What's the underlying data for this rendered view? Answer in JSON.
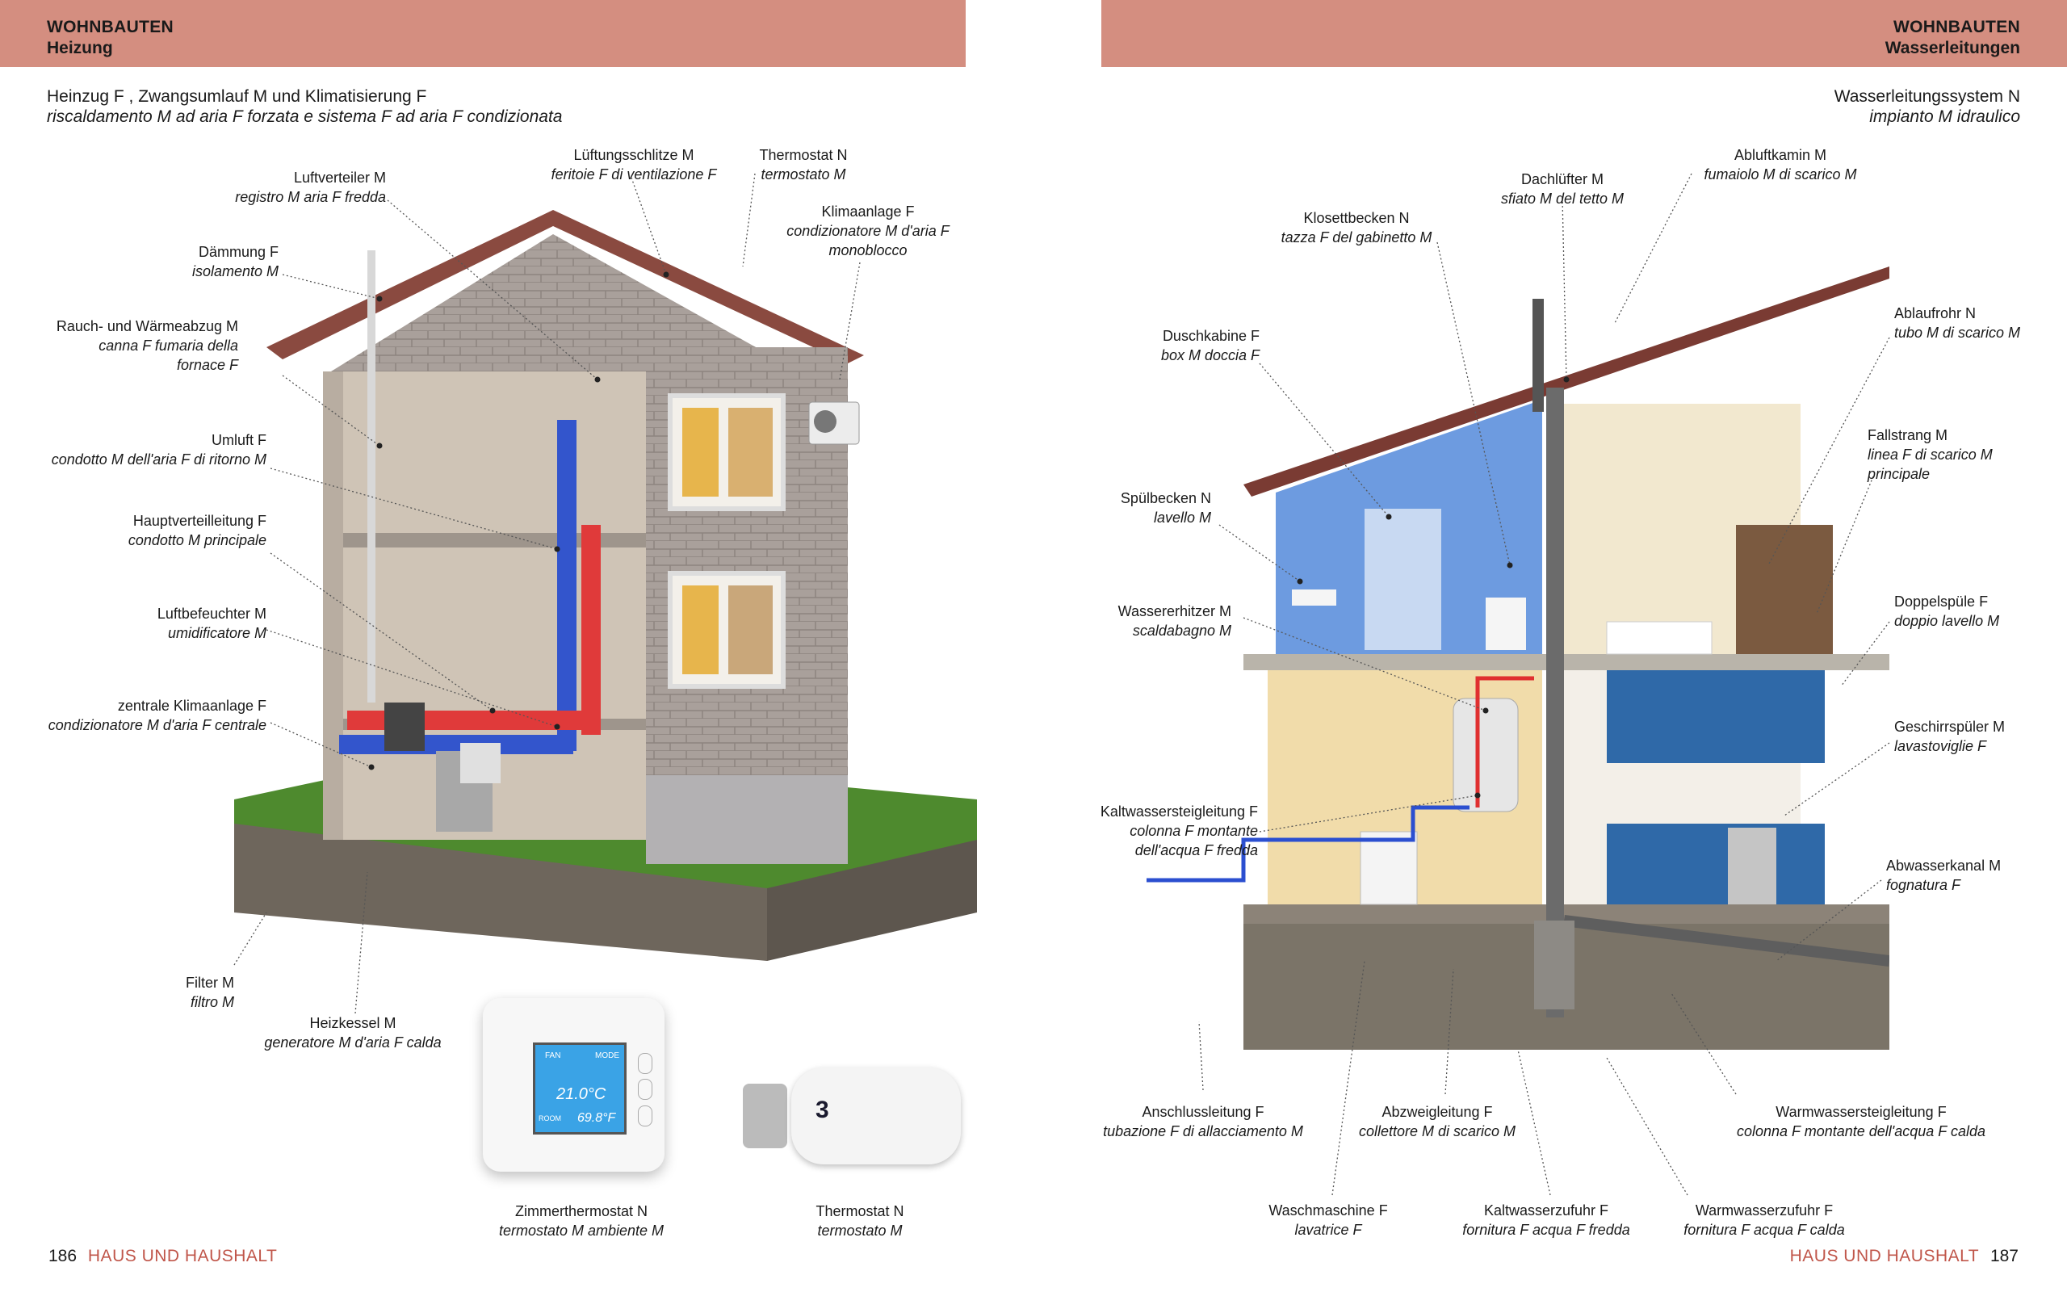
{
  "left_page": {
    "header": {
      "section": "WOHNBAUTEN",
      "subsection": "Heizung"
    },
    "title": {
      "de": "Heinzug F , Zwangsumlauf M und Klimatisierung F",
      "it": "riscaldamento M ad aria F forzata e sistema F ad aria F condizionata"
    },
    "labels": [
      {
        "id": "luftverteiler",
        "de": "Luftverteiler M",
        "it": "registro M aria F fredda"
      },
      {
        "id": "daemmung",
        "de": "Dämmung F",
        "it": "isolamento M"
      },
      {
        "id": "rauch",
        "de": "Rauch- und Wärmeabzug M",
        "it": "canna F fumaria della",
        "it2": "fornace F"
      },
      {
        "id": "umluft",
        "de": "Umluft F",
        "it": "condotto M dell'aria F di ritorno M"
      },
      {
        "id": "hauptverteil",
        "de": "Hauptverteilleitung F",
        "it": "condotto M principale"
      },
      {
        "id": "luftbefeuchter",
        "de": "Luftbefeuchter M",
        "it": "umidificatore M"
      },
      {
        "id": "zentrale",
        "de": "zentrale Klimaanlage F",
        "it": "condizionatore M d'aria F centrale"
      },
      {
        "id": "filter",
        "de": "Filter M",
        "it": "filtro M"
      },
      {
        "id": "heizkessel",
        "de": "Heizkessel M",
        "it": "generatore M d'aria F calda"
      },
      {
        "id": "lueftungsschlitze",
        "de": "Lüftungsschlitze M",
        "it": "feritoie F di ventilazione F"
      },
      {
        "id": "thermostat_top",
        "de": "Thermostat N",
        "it": "termostato M"
      },
      {
        "id": "klimaanlage",
        "de": "Klimaanlage F",
        "it": "condizionatore M d'aria F",
        "it2": "monoblocco"
      },
      {
        "id": "zimmerthermostat",
        "de": "Zimmerthermostat N",
        "it": "termostato M ambiente M"
      },
      {
        "id": "thermostat_bottom",
        "de": "Thermostat N",
        "it": "termostato M"
      }
    ],
    "device": {
      "fan": "FAN",
      "mode": "MODE",
      "temp1": "21.0°C",
      "temp2": "69.8°F",
      "room": "ROOM",
      "knob": "3"
    },
    "folio": {
      "number": "186",
      "running": "HAUS UND HAUSHALT"
    }
  },
  "right_page": {
    "header": {
      "section": "WOHNBAUTEN",
      "subsection": "Wasserleitungen"
    },
    "title": {
      "de": "Wasserleitungssystem N",
      "it": "impianto M idraulico"
    },
    "labels": [
      {
        "id": "dachluefter",
        "de": "Dachlüfter M",
        "it": "sfiato M del tetto M"
      },
      {
        "id": "abluftkamin",
        "de": "Abluftkamin M",
        "it": "fumaiolo M di scarico M"
      },
      {
        "id": "klosettbecken",
        "de": "Klosettbecken N",
        "it": "tazza F del gabinetto M"
      },
      {
        "id": "duschkabine",
        "de": "Duschkabine F",
        "it": "box M doccia F"
      },
      {
        "id": "spuelbecken",
        "de": "Spülbecken N",
        "it": "lavello M"
      },
      {
        "id": "wassererhitzer",
        "de": "Wassererhitzer M",
        "it": "scaldabagno M"
      },
      {
        "id": "kaltwassersteig",
        "de": "Kaltwassersteigleitung F",
        "it": "colonna F montante",
        "it2": "dell'acqua F fredda"
      },
      {
        "id": "ablaufrohr",
        "de": "Ablaufrohr N",
        "it": "tubo M di scarico M"
      },
      {
        "id": "fallstrang",
        "de": "Fallstrang M",
        "it": "linea F di scarico M",
        "it2": "principale"
      },
      {
        "id": "doppelspuele",
        "de": "Doppelspüle F",
        "it": "doppio lavello M"
      },
      {
        "id": "geschirrspueler",
        "de": "Geschirrspüler M",
        "it": "lavastoviglie F"
      },
      {
        "id": "abwasserkanal",
        "de": "Abwasserkanal M",
        "it": "fognatura F"
      },
      {
        "id": "anschluss",
        "de": "Anschlussleitung F",
        "it": "tubazione F di allacciamento M"
      },
      {
        "id": "abzweig",
        "de": "Abzweigleitung F",
        "it": "collettore M di scarico M"
      },
      {
        "id": "warmwassersteig",
        "de": "Warmwassersteigleitung F",
        "it": "colonna F montante dell'acqua F calda"
      },
      {
        "id": "waschmaschine",
        "de": "Waschmaschine F",
        "it": "lavatrice F"
      },
      {
        "id": "kaltwasserzufuhr",
        "de": "Kaltwasserzufuhr F",
        "it": "fornitura F acqua F fredda"
      },
      {
        "id": "warmwasserzufuhr",
        "de": "Warmwasserzufuhr F",
        "it": "fornitura F acqua F calda"
      }
    ],
    "folio": {
      "number": "187",
      "running": "HAUS UND HAUSHALT"
    }
  },
  "colors": {
    "header": "#d48e80",
    "running": "#c0564a",
    "brick": "#a59b96",
    "duct_blue": "#3355cc",
    "duct_red": "#e03a3a",
    "soil": "#6e665c",
    "grass": "#4e8a2e"
  }
}
